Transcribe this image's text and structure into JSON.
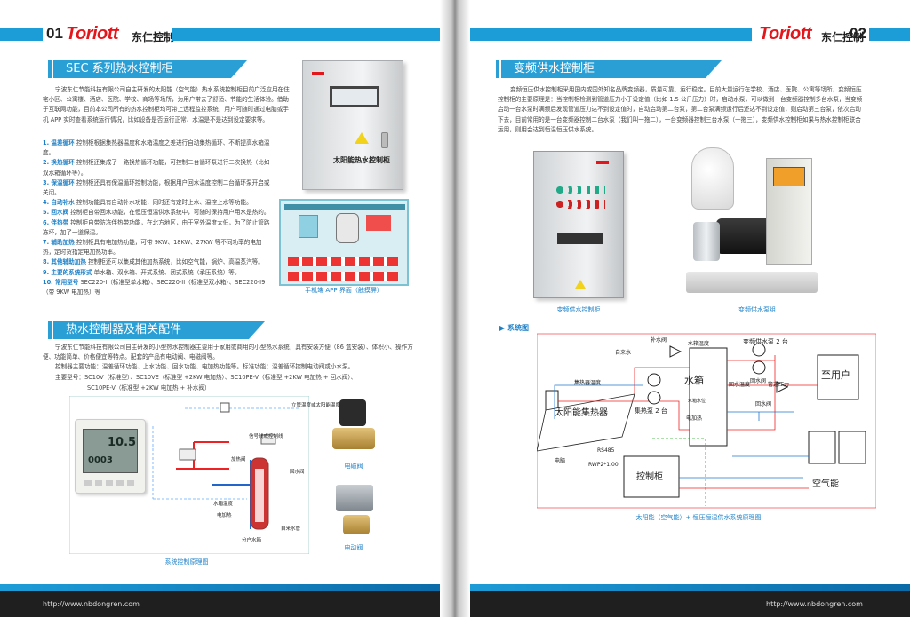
{
  "left": {
    "page_num": "01",
    "brand": "Toriott",
    "brand_cn": "东仁控制",
    "sec1": {
      "title": "SEC 系列热水控制柜",
      "intro": "宁波东仁节能科技有限公司自主研发的太阳能（空气能）热水系统控制柜目前广泛应用在住宅小区、公寓楼、酒店、医院、学校、商场等场所，为用户带去了舒适、节能的生活体验。借助于互联网功能，目前本公司所有的热水控制柜均可带上远程监控系统，用户可随时通过电脑或手机 APP 实时查看系统运行情况，比如设备是否运行正常、水温是不是达到设定要求等。",
      "items": [
        {
          "head": "1. 温差循环",
          "body": "控制柜根据集热器温度和水箱温度之差进行自动集热循环、不断提高水箱温度。"
        },
        {
          "head": "2. 换热循环",
          "body": "控制柜还集成了一路换热循环功能，可控制二台循环泵进行二次换热（比如双水箱循环等）。"
        },
        {
          "head": "3. 保温循环",
          "body": "控制柜还具有保温循环控制功能，根据用户回水温度控制二台循环泵开启或关闭。"
        },
        {
          "head": "4. 自动补水",
          "body": "控制功能具有自动补水功能，同时还有定时上水、温控上水等功能。"
        },
        {
          "head": "5. 回水阀",
          "body": "控制柜自带回水功能，在恒压恒温供水系统中，可随时保持用户用水是热的。"
        },
        {
          "head": "6. 伴热带",
          "body": "控制柜自带防冻伴热带功能，在北方地区，由于室外温度太低，为了防止管路冻坏，加了一道保温。"
        },
        {
          "head": "7. 辅助加热",
          "body": "控制柜具有电加热功能，可带 9KW、18KW、27KW 等不同功率的电加热，定时货指定电加热功率。"
        },
        {
          "head": "8. 其他辅助加热",
          "body": "控制柜还可以集成其他加热系统，比如空气能，锅炉、高温蒸汽等。"
        },
        {
          "head": "9. 主要的系统形式",
          "body": "单水箱、双水箱、开式系统、闭式系统（承压系统）等。"
        },
        {
          "head": "10. 常用型号",
          "body": "SEC220-I（标准型单水箱）、SEC220-II（标准型双水箱）、SEC220-I9（带 9KW 电加热）等"
        }
      ],
      "cabinet_label": "太阳能热水控制柜",
      "app_caption": "手机端 APP 界面（触摸屏）"
    },
    "sec2": {
      "title": "热水控制器及相关配件",
      "intro": "宁波东仁节能科技有限公司自主研发的小型热水控制器主要用于家用或商用的小型热水系统，具有安装方便（86 盒安装）、体积小、操作方便、功能简单、价格便宜等特点。配套的产品有电动阀、电磁阀等。",
      "funcs": "控制器主要功能：温差循环功能、上水功能、回水功能、电加热功能等。标准功能：温差循环控制电动阀或小水泵。",
      "models": "主要型号：SC10V（标准型）、SC10VE（标准型 +2KW 电加热）、SC10PE-V（标准型 +2KW 电加热 + 回水阀）、",
      "models2": "SC10PE-V（标准型 +2KW 电加热 + 补水阀）",
      "lcd_val": "10.5",
      "lcd_val2": "0003",
      "diagram_caption": "系统控制原理图",
      "diagram_labels": [
        "立管温度或太阳能温度",
        "信号线或控制线",
        "加热阀",
        "回水阀",
        "水箱温度",
        "电加热",
        "分户水箱",
        "自来水管"
      ],
      "solenoid_caption": "电磁阀",
      "motor_caption": "电动阀"
    },
    "url": "http://www.nbdongren.com"
  },
  "right": {
    "brand": "Toriott",
    "brand_cn": "东仁控制",
    "page_num": "02",
    "sec": {
      "title": "变频供水控制柜",
      "intro": "变频恒压供水控制柜采用国内或国外知名品牌变频器，质量可靠、运行稳定。目前大量运行在学校、酒店、医院、公寓等场所，变频恒压控制柜的主要原理是：当控制柜检测到管道压力小于设定值（比如 1.5 公斤压力）时，启动水泵，可以做到一台变频器控制多台水泵，当变频启动一台水泵时满频后发现管道压力达不到设定值时，自动启动第二台泵，第二台泵满频运行后还达不到设定值，则启动第三台泵，依次启动下去，目前常用的是一台变频器控制二台水泵（我们叫一拖二），一台变频器控制三台水泵（一拖三），变频供水控制柜如果与热水控制柜联合运用，则用会达到恒温恒压供水系统。",
      "cabinet_caption": "变频供水控制柜",
      "pump_caption": "变频供水泵组",
      "sys_title": "系统图",
      "sys_caption": "太阳能（空气能）+ 恒压恒温供水系统原理图",
      "labels": {
        "makeup": "补水阀",
        "tap": "自来水",
        "tank_temp": "水箱温度",
        "pumps": "变频供水泵 2 台",
        "collector_temp": "集热器温度",
        "tank": "水箱",
        "return_temp": "回水温度",
        "pressure": "管道压力",
        "tofloor": "至用户",
        "collector": "太阳能集热器",
        "collect_pump": "集热泵 2 台",
        "level": "水箱水位",
        "heater": "电加热",
        "return_valve": "回水阀",
        "return_valve2": "回水阀",
        "power": "电脑",
        "rs": "RS485",
        "rwp": "RWP2*1.00",
        "cabinet": "控制柜",
        "airpump": "空气能"
      }
    },
    "url": "http://www.nbdongren.com"
  },
  "colors": {
    "accent": "#2a9fd6",
    "brand_red": "#e3161c",
    "footer": "#1f1f1f"
  }
}
